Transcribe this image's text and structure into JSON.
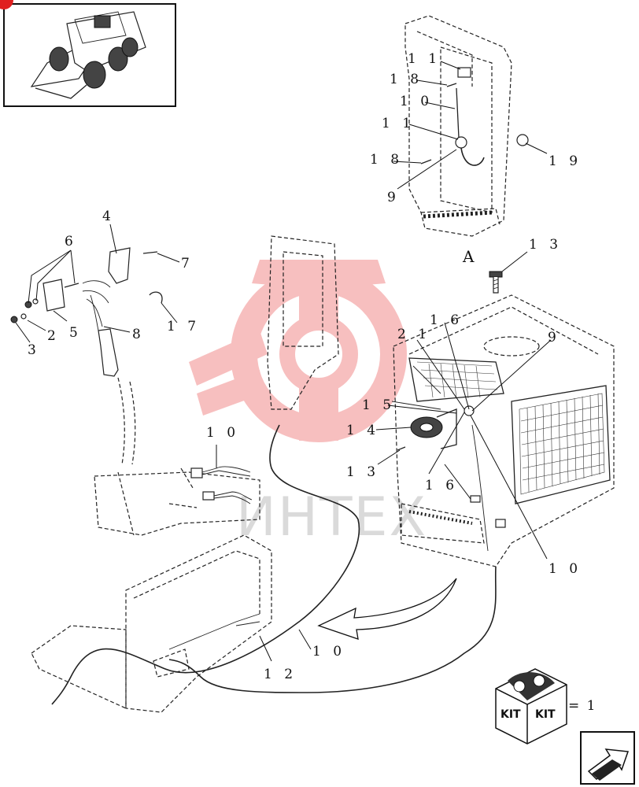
{
  "badge": {
    "color": "#e02020"
  },
  "watermark": {
    "text": "ИНТЕХ",
    "logo_color": "#e83a3a"
  },
  "view_label": "A",
  "kit_legend": {
    "box_text_1": "KIT",
    "box_text_2": "KIT",
    "suffix": "= 1"
  },
  "callouts": {
    "c1": "4",
    "c2": "6",
    "c3": "7",
    "c4": "2",
    "c5": "5",
    "c6": "3",
    "c7": "8",
    "c8": "1 7",
    "c9": "1 1",
    "c10": "1 8",
    "c11": "1 0",
    "c12": "1 1",
    "c13": "1 8",
    "c14": "9",
    "c15": "1 9",
    "c16": "1 3",
    "c17": "1 6",
    "c18": "2 1",
    "c19": "9",
    "c20": "1 5",
    "c21": "1 4",
    "c22": "1 3",
    "c23": "1 6",
    "c24": "1 0",
    "c25": "1 0",
    "c26": "1 0",
    "c27": "1 2"
  },
  "nav": {
    "next_page_icon": "arrow-next-icon"
  }
}
